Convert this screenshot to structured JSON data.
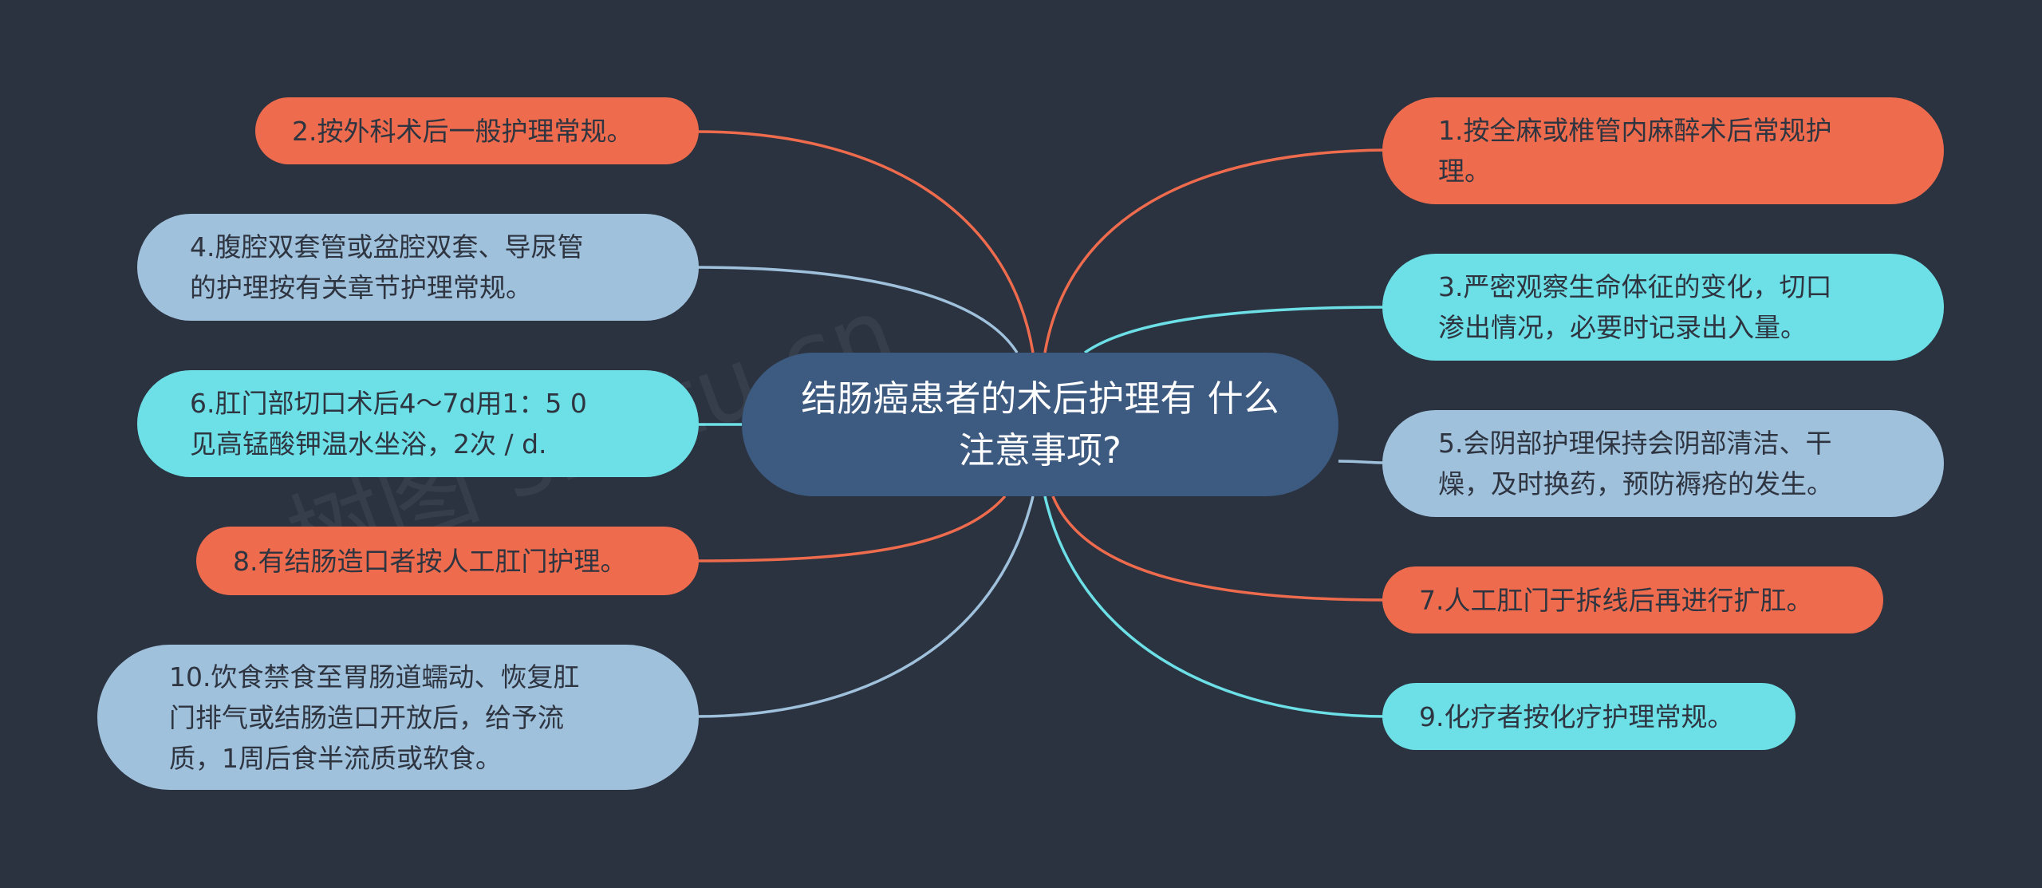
{
  "center": {
    "title": "结肠癌患者的术后护理有\n什么注意事项?"
  },
  "nodes": [
    {
      "id": "n1",
      "text": "1.按全麻或椎管内麻醉术后常规护\n理。",
      "color": "#ee6c4d"
    },
    {
      "id": "n2",
      "text": "2.按外科术后一般护理常规。",
      "color": "#ee6c4d"
    },
    {
      "id": "n3",
      "text": "3.严密观察生命体征的变化，切口\n渗出情况，必要时记录出入量。",
      "color": "#6ce0e6"
    },
    {
      "id": "n4",
      "text": "4.腹腔双套管或盆腔双套、导尿管\n的护理按有关章节护理常规。",
      "color": "#9fc1dc"
    },
    {
      "id": "n5",
      "text": "5.会阴部护理保持会阴部清洁、干\n燥，及时换药，预防褥疮的发生。",
      "color": "#9fc1dc"
    },
    {
      "id": "n6",
      "text": "6.肛门部切口术后4～7d用1：5 0\n见高锰酸钾温水坐浴，2次 / d.",
      "color": "#6ce0e6"
    },
    {
      "id": "n7",
      "text": "7.人工肛门于拆线后再进行扩肛。",
      "color": "#ee6c4d"
    },
    {
      "id": "n8",
      "text": "8.有结肠造口者按人工肛门护理。",
      "color": "#ee6c4d"
    },
    {
      "id": "n9",
      "text": "9.化疗者按化疗护理常规。",
      "color": "#6ce0e6"
    },
    {
      "id": "n10",
      "text": "10.饮食禁食至胃肠道蠕动、恢复肛\n门排气或结肠造口开放后，给予流\n质，1周后食半流质或软食。",
      "color": "#9fc1dc"
    }
  ],
  "colors": {
    "background": "#2b3240",
    "center": "#3d5a80",
    "orange": "#ee6c4d",
    "cyan": "#6ce0e6",
    "steel": "#9fc1dc"
  }
}
